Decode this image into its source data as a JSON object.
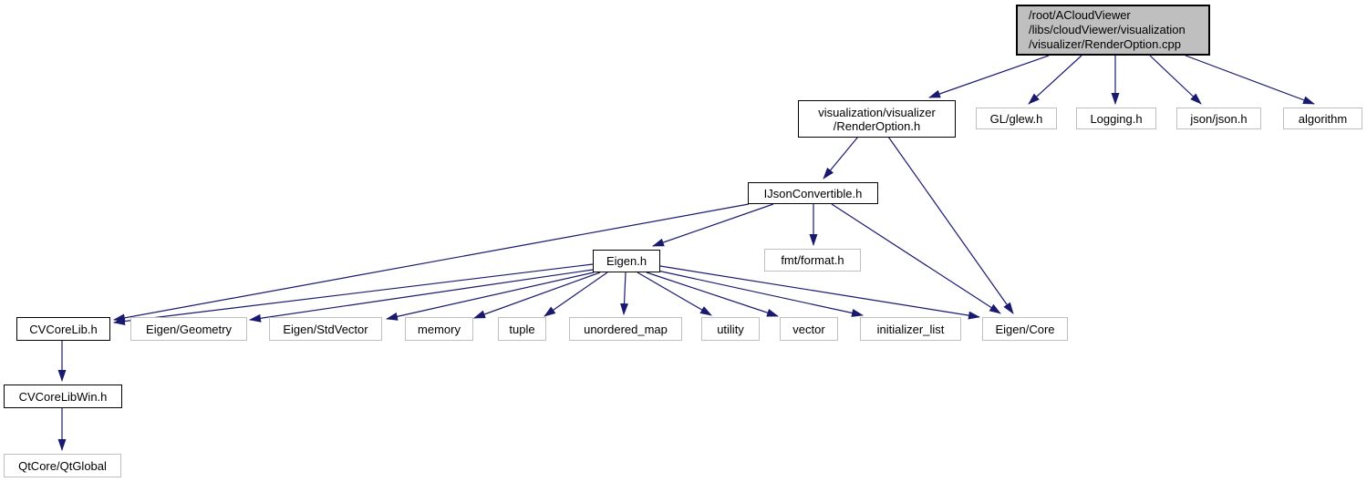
{
  "diagram_type": "include-dependency-graph",
  "colors": {
    "edge": "#191970",
    "main_node_fill": "#bfbfbf",
    "node_fill": "#ffffff",
    "internal_node_border": "#000000",
    "external_node_border": "#bfbfbf",
    "text": "#000000",
    "background": "#ffffff"
  },
  "nodes": {
    "render_option_cpp": {
      "label": "/root/ACloudViewer\n/libs/cloudViewer/visualization\n/visualizer/RenderOption.cpp",
      "kind": "main"
    },
    "render_option_h": {
      "label": "visualization/visualizer\n/RenderOption.h",
      "kind": "internal"
    },
    "gl_glew_h": {
      "label": "GL/glew.h",
      "kind": "external"
    },
    "logging_h": {
      "label": "Logging.h",
      "kind": "external"
    },
    "json_json_h": {
      "label": "json/json.h",
      "kind": "external"
    },
    "algorithm": {
      "label": "algorithm",
      "kind": "external"
    },
    "ijson_convertible_h": {
      "label": "IJsonConvertible.h",
      "kind": "internal"
    },
    "eigen_h": {
      "label": "Eigen.h",
      "kind": "internal"
    },
    "fmt_format_h": {
      "label": "fmt/format.h",
      "kind": "external"
    },
    "cv_core_lib_h": {
      "label": "CVCoreLib.h",
      "kind": "internal"
    },
    "eigen_geometry": {
      "label": "Eigen/Geometry",
      "kind": "external"
    },
    "eigen_stdvector": {
      "label": "Eigen/StdVector",
      "kind": "external"
    },
    "memory": {
      "label": "memory",
      "kind": "external"
    },
    "tuple": {
      "label": "tuple",
      "kind": "external"
    },
    "unordered_map": {
      "label": "unordered_map",
      "kind": "external"
    },
    "utility": {
      "label": "utility",
      "kind": "external"
    },
    "vector": {
      "label": "vector",
      "kind": "external"
    },
    "initializer_list": {
      "label": "initializer_list",
      "kind": "external"
    },
    "eigen_core": {
      "label": "Eigen/Core",
      "kind": "external"
    },
    "cv_core_lib_win_h": {
      "label": "CVCoreLibWin.h",
      "kind": "internal"
    },
    "qtcore_qtglobal": {
      "label": "QtCore/QtGlobal",
      "kind": "external"
    }
  },
  "edges": [
    {
      "from": "render_option_cpp",
      "to": "render_option_h"
    },
    {
      "from": "render_option_cpp",
      "to": "gl_glew_h"
    },
    {
      "from": "render_option_cpp",
      "to": "logging_h"
    },
    {
      "from": "render_option_cpp",
      "to": "json_json_h"
    },
    {
      "from": "render_option_cpp",
      "to": "algorithm"
    },
    {
      "from": "render_option_h",
      "to": "ijson_convertible_h"
    },
    {
      "from": "render_option_h",
      "to": "eigen_core"
    },
    {
      "from": "ijson_convertible_h",
      "to": "cv_core_lib_h"
    },
    {
      "from": "ijson_convertible_h",
      "to": "eigen_h"
    },
    {
      "from": "ijson_convertible_h",
      "to": "fmt_format_h"
    },
    {
      "from": "ijson_convertible_h",
      "to": "eigen_core"
    },
    {
      "from": "eigen_h",
      "to": "cv_core_lib_h"
    },
    {
      "from": "eigen_h",
      "to": "eigen_geometry"
    },
    {
      "from": "eigen_h",
      "to": "eigen_stdvector"
    },
    {
      "from": "eigen_h",
      "to": "memory"
    },
    {
      "from": "eigen_h",
      "to": "tuple"
    },
    {
      "from": "eigen_h",
      "to": "unordered_map"
    },
    {
      "from": "eigen_h",
      "to": "utility"
    },
    {
      "from": "eigen_h",
      "to": "vector"
    },
    {
      "from": "eigen_h",
      "to": "initializer_list"
    },
    {
      "from": "eigen_h",
      "to": "eigen_core"
    },
    {
      "from": "cv_core_lib_h",
      "to": "cv_core_lib_win_h"
    },
    {
      "from": "cv_core_lib_win_h",
      "to": "qtcore_qtglobal"
    }
  ]
}
